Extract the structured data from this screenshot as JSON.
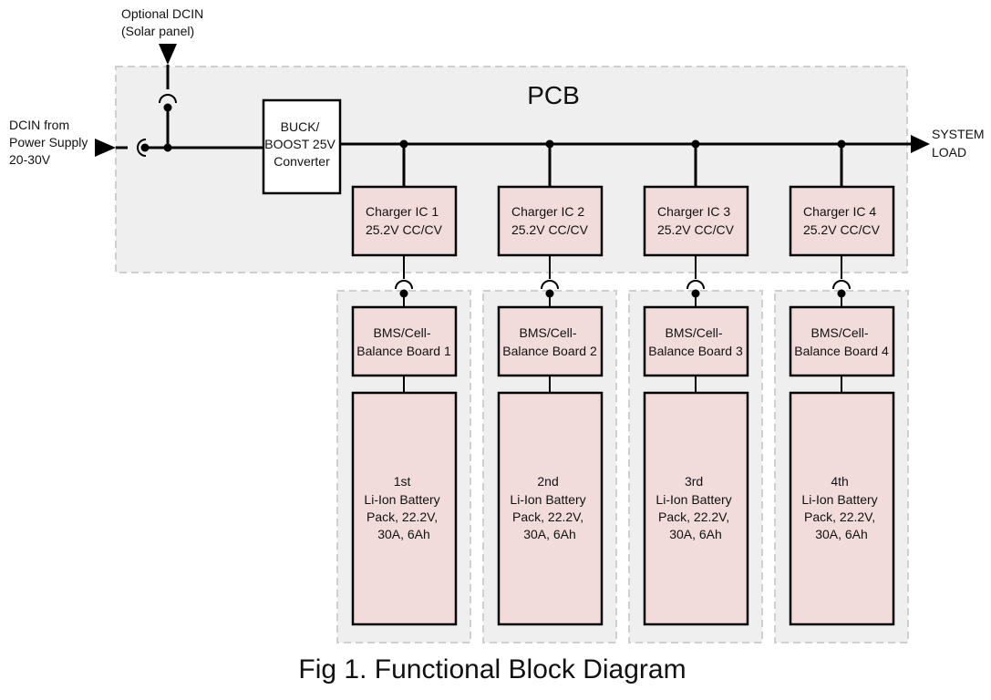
{
  "pcb_label": "PCB",
  "input_main": [
    "DCIN from",
    "Power Supply",
    "20-30V"
  ],
  "input_optional": [
    "Optional DCIN",
    "(Solar panel)"
  ],
  "converter": [
    "BUCK/",
    "BOOST 25V",
    "Converter"
  ],
  "output": [
    "SYSTEM",
    "LOAD"
  ],
  "channels": [
    {
      "charger": [
        "Charger IC 1",
        "25.2V CC/CV"
      ],
      "bms": [
        "BMS/Cell-",
        "Balance Board 1"
      ],
      "battery": [
        "1st",
        "Li-Ion Battery",
        "Pack, 22.2V,",
        "30A, 6Ah"
      ]
    },
    {
      "charger": [
        "Charger IC 2",
        "25.2V CC/CV"
      ],
      "bms": [
        "BMS/Cell-",
        "Balance Board 2"
      ],
      "battery": [
        "2nd",
        "Li-Ion Battery",
        "Pack, 22.2V,",
        "30A, 6Ah"
      ]
    },
    {
      "charger": [
        "Charger IC 3",
        "25.2V CC/CV"
      ],
      "bms": [
        "BMS/Cell-",
        "Balance Board 3"
      ],
      "battery": [
        "3rd",
        "Li-Ion Battery",
        "Pack, 22.2V,",
        "30A, 6Ah"
      ]
    },
    {
      "charger": [
        "Charger IC 4",
        "25.2V CC/CV"
      ],
      "bms": [
        "BMS/Cell-",
        "Balance Board 4"
      ],
      "battery": [
        "4th",
        "Li-Ion Battery",
        "Pack, 22.2V,",
        "30A, 6Ah"
      ]
    }
  ],
  "caption": "Fig 1. Functional Block Diagram",
  "colors": {
    "region_fill": "#efefef",
    "region_border": "#cfcfcf",
    "block_pink": "#f2dcdb",
    "block_white": "#ffffff",
    "line": "#000000"
  }
}
